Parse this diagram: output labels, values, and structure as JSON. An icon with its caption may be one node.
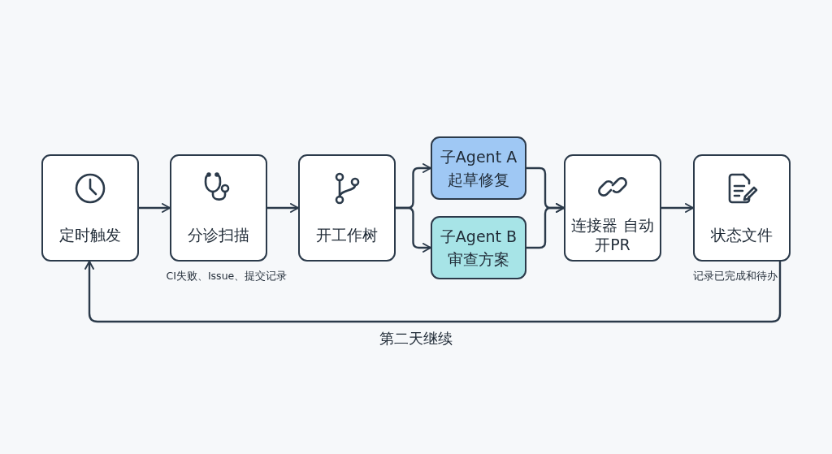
{
  "diagram": {
    "nodes": [
      {
        "text": [
          "定时触发"
        ]
      },
      {
        "text": [
          "分诊扫描"
        ],
        "beside": [
          "CI失败、Issue、提交记录"
        ]
      },
      {
        "text": [
          "开工作树"
        ]
      },
      {
        "text": [
          "子Agent A",
          "起草修复"
        ]
      },
      {
        "text": [
          "子Agent B",
          "审查方案"
        ]
      },
      {
        "text": [
          "连接器 自动开PR"
        ]
      },
      {
        "text": [
          "状态文件"
        ],
        "beside": [
          "记录已完成和待办"
        ]
      }
    ],
    "edges": [
      {
        "from": 0,
        "to": 1,
        "arrow": "to"
      },
      {
        "from": 1,
        "to": 2,
        "arrow": "to"
      },
      {
        "from": 2,
        "to": 3,
        "arrow": "to"
      },
      {
        "from": 2,
        "to": 4,
        "arrow": "to"
      },
      {
        "from": 3,
        "to": 5,
        "arrow": "to"
      },
      {
        "from": 4,
        "to": 5,
        "arrow": "to"
      },
      {
        "from": 5,
        "to": 6,
        "arrow": "to"
      },
      {
        "from": 6,
        "to": 0,
        "arrow": "to",
        "label": "第二天继续"
      }
    ]
  }
}
